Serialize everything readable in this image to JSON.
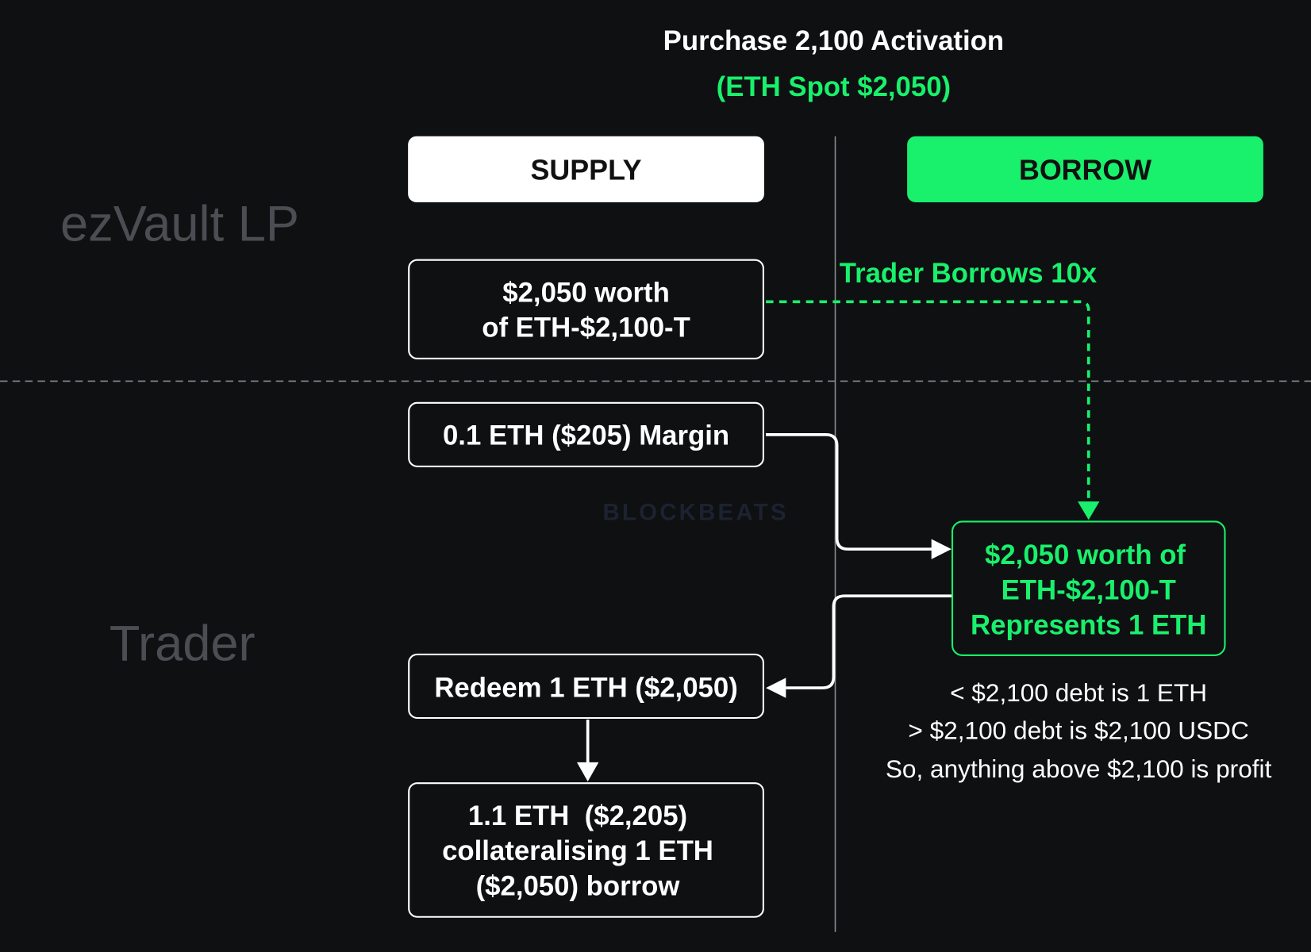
{
  "title": "Purchase 2,100 Activation",
  "subtitle": "(ETH Spot $2,050)",
  "columns": {
    "supply": "SUPPLY",
    "borrow": "BORROW"
  },
  "rows": {
    "lp": "ezVault LP",
    "trader": "Trader"
  },
  "lp_box": [
    "$2,050 worth",
    "of ETH-$2,100-T"
  ],
  "borrow_note": "Trader Borrows 10x",
  "margin_box": "0.1 ETH ($205) Margin",
  "borrow_box": [
    "$2,050 worth of",
    "ETH-$2,100-T",
    "Represents 1 ETH"
  ],
  "redeem_box": "Redeem 1 ETH ($2,050)",
  "collateral_box": [
    "1.1 ETH  ($2,205)",
    "collateralising 1 ETH",
    "($2,050) borrow"
  ],
  "notes": [
    "< $2,100 debt is 1 ETH",
    "> $2,100 debt is $2,100 USDC",
    "So, anything above $2,100 is profit"
  ],
  "watermark": "BLOCKBEATS",
  "colors": {
    "background": "#0e1012",
    "accent": "#19f06c",
    "label": "#4a4d52"
  }
}
